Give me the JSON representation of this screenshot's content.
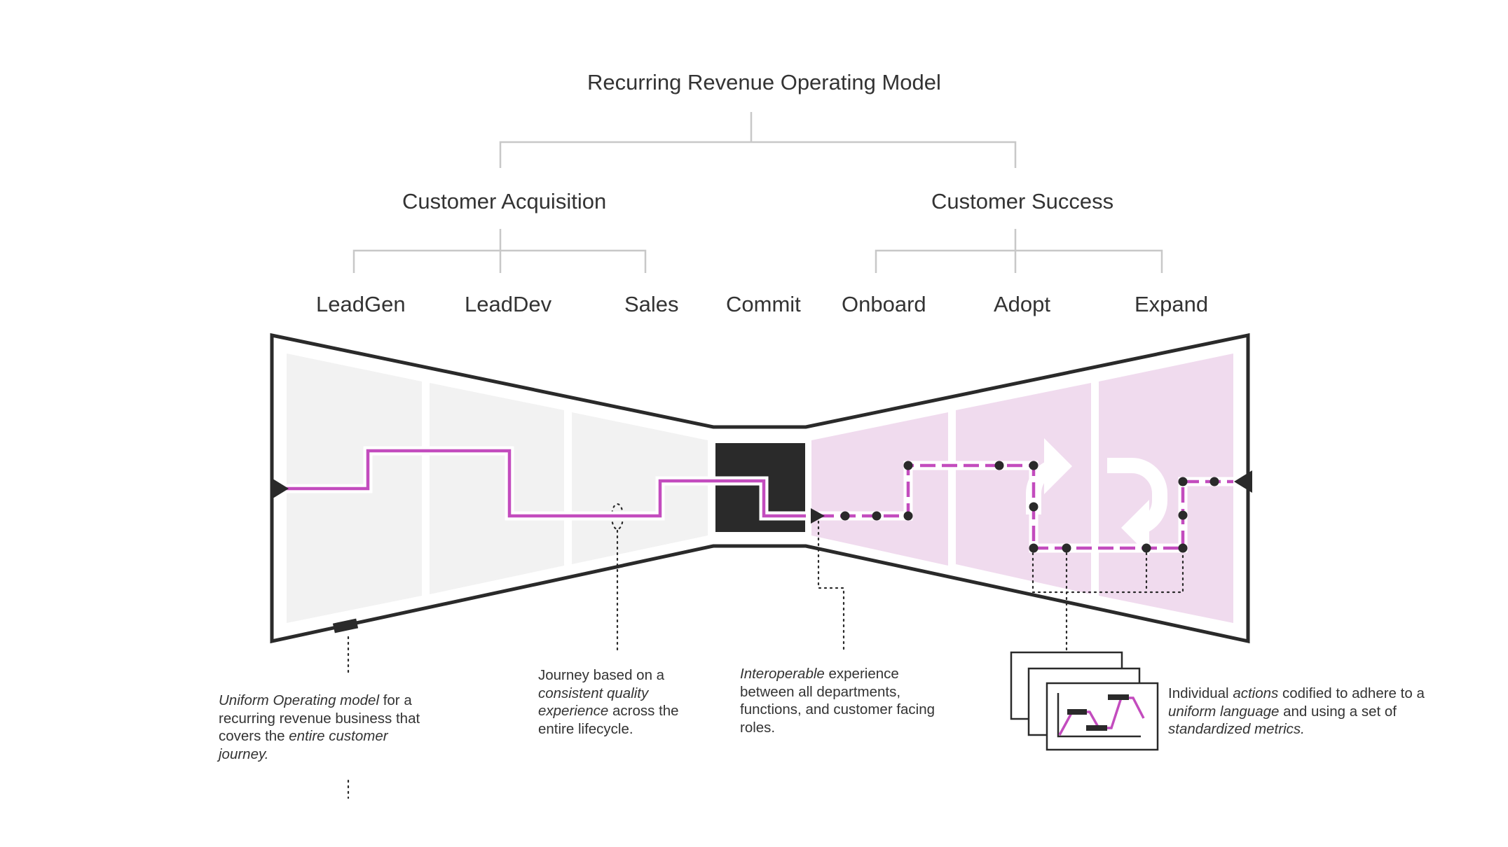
{
  "title": "Recurring Revenue Operating Model",
  "groups": {
    "acquisition": "Customer Acquisition",
    "success": "Customer Success"
  },
  "stages": [
    "LeadGen",
    "LeadDev",
    "Sales",
    "Commit",
    "Onboard",
    "Adopt",
    "Expand"
  ],
  "colors": {
    "line": "#2a2a2a",
    "connector": "#c8c8c8",
    "acquisition_fill": "#f2f2f2",
    "success_fill": "#f0dbee",
    "journey": "#c34cbe",
    "commit_block": "#2a2a2a"
  },
  "notes": {
    "uniform": {
      "p1": "Uniform Operating model",
      "p2": " for a recurring revenue business that covers the ",
      "p3": "entire customer journey."
    },
    "consistent": {
      "p1": "Journey based on a ",
      "p2": "consistent quality experience",
      "p3": " across the entire lifecycle."
    },
    "interoperable": {
      "p1": "Interoperable",
      "p2": " experience between all departments, functions, and customer facing roles."
    },
    "actions": {
      "p1": "Individual ",
      "p2": "actions",
      "p3": " codified to adhere to a ",
      "p4": "uniform language",
      "p5": " and using a set of ",
      "p6": "standardized metrics."
    }
  }
}
